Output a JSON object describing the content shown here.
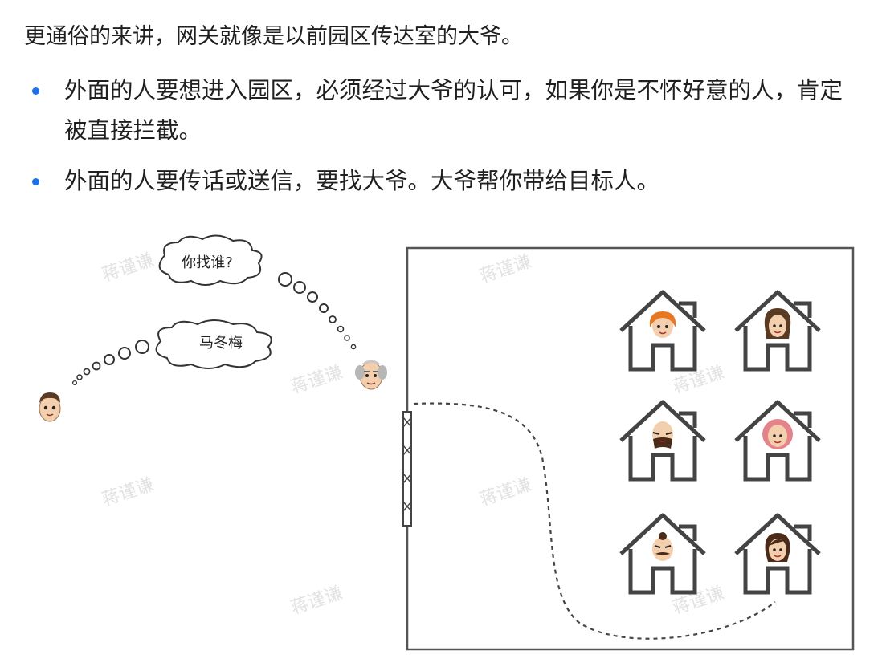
{
  "intro": "更通俗的来讲，网关就像是以前园区传达室的大爷。",
  "bullets": [
    {
      "text": "外面的人要想进入园区，必须经过大爷的认可，如果你是不怀好意的人，肯定被直接拦截。"
    },
    {
      "text": "外面的人要传话或送信，要找大爷。大爷帮你带给目标人。"
    }
  ],
  "diagram": {
    "guard_bubble": "你找谁?",
    "visitor_bubble": "马冬梅"
  },
  "watermark": "蒋谨谦",
  "colors": {
    "bullet_dot": "#1a73e8",
    "line": "#444444",
    "skin": "#f3cfae",
    "hair_brown": "#5a3a22",
    "hair_orange": "#e87722",
    "hair_gray": "#b7b7b7",
    "pink": "#e4848a"
  }
}
